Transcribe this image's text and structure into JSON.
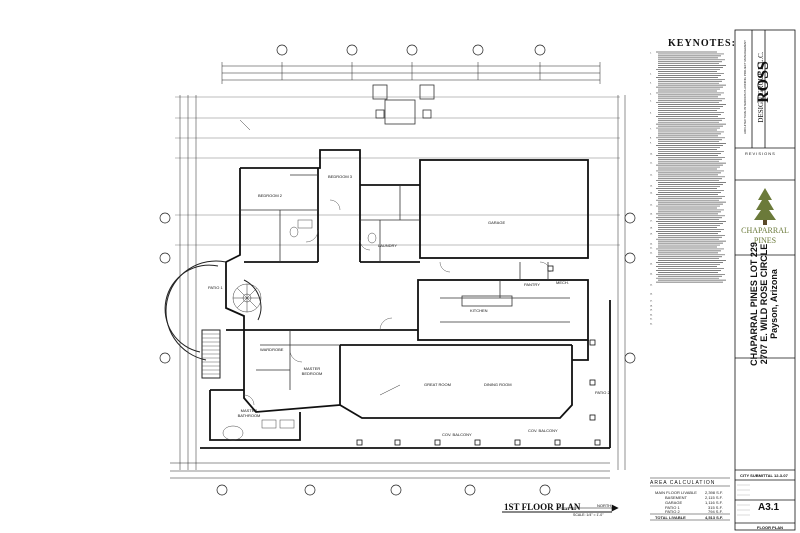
{
  "keynotes": {
    "title": "KEYNOTES:",
    "items": [
      "1. ",
      "",
      "",
      "",
      "",
      "",
      "",
      "",
      "",
      "2. ",
      "",
      "",
      "",
      "3. ",
      "",
      "",
      "",
      "",
      "4. ",
      "",
      "",
      "5. ",
      "",
      "",
      "",
      "",
      "6. ",
      "",
      "",
      "",
      "",
      "",
      "",
      "7. ",
      "",
      "",
      "",
      "8. ",
      "",
      "9. ",
      "",
      "",
      "",
      "",
      "10. ",
      "",
      "",
      "",
      "11. ",
      "",
      "",
      "",
      "",
      "12. ",
      "",
      "",
      "",
      "",
      "13. ",
      "",
      "",
      "14. ",
      "",
      "",
      "",
      "",
      "15. ",
      "",
      "",
      "",
      "16. ",
      "",
      "",
      "17. ",
      "",
      "",
      "18. ",
      "",
      "",
      "19. ",
      "",
      "",
      "",
      "20. ",
      "",
      "21. ",
      "",
      "22. ",
      "",
      "",
      "",
      "",
      "23. ",
      "",
      "",
      "",
      "24. ",
      "",
      "",
      "",
      "",
      "25. ",
      "",
      "",
      "",
      "26. ",
      "",
      "",
      "27. ",
      "",
      "28. ",
      "",
      "29. ",
      "",
      "30. ",
      "",
      "31. ",
      "",
      "32. "
    ]
  },
  "title_block": {
    "firm": "ROSS",
    "firm_sub": "DESIGN GROUP L.L.C.",
    "services": "ARCHITECTURE  INTERIORS  PLANNING  PROJECT MANAGEMENT",
    "revisions": "REVISIONS",
    "brand_name": "CHAPARRAL",
    "brand_name2": "PINES",
    "project_line1": "CHAPARRAL PINES LOT 229",
    "project_line2": "2707 E. WILD ROSE CIRCLE",
    "project_line3": "Payson, Arizona",
    "submittal": "CITY SUBMITTAL 12-3-07",
    "sheet_number": "A3.1",
    "sheet_title": "FLOOR PLAN"
  },
  "area_calculation": {
    "title": "AREA CALCULATION",
    "rows": [
      {
        "label": "MAIN FLOOR LIVABLE",
        "value": "2,398 S.F."
      },
      {
        "label": "BASEMENT",
        "value": "2,115 S.F."
      },
      {
        "label": "GARAGE",
        "value": "1,116 S.F."
      },
      {
        "label": "PATIO 1",
        "value": "315 S.F."
      },
      {
        "label": "PATIO 2",
        "value": "794 S.F."
      }
    ],
    "total_label": "TOTAL LIVABLE",
    "total_value": "4,513 S.F."
  },
  "plan": {
    "title": "1ST FLOOR PLAN",
    "scale": "SCALE: 1/4\" = 1'-0\"",
    "north": "NORTH",
    "rooms": [
      {
        "key": "bed2",
        "name": "BEDROOM 2"
      },
      {
        "key": "bed3",
        "name": "BEDROOM 3"
      },
      {
        "key": "garage",
        "name": "GARAGE"
      },
      {
        "key": "mech",
        "name": "MECH."
      },
      {
        "key": "pantry",
        "name": "PANTRY"
      },
      {
        "key": "kitchen",
        "name": "KITCHEN"
      },
      {
        "key": "master",
        "name": "MASTER BEDROOM"
      },
      {
        "key": "great",
        "name": "GREAT ROOM"
      },
      {
        "key": "dining",
        "name": "DINING ROOM"
      },
      {
        "key": "wardrobe",
        "name": "WARDROBE"
      },
      {
        "key": "masterbath",
        "name": "MASTER BATHROOM"
      },
      {
        "key": "patio1",
        "name": "PATIO 1"
      },
      {
        "key": "patio2",
        "name": "PATIO 2"
      },
      {
        "key": "laundry",
        "name": "LAUNDRY"
      },
      {
        "key": "covbalc1",
        "name": "COV. BALCONY"
      },
      {
        "key": "covbalc2",
        "name": "COV. BALCONY"
      }
    ]
  },
  "colors": {
    "line": "#1a1a1a",
    "thin": "#444444",
    "paper": "#ffffff",
    "brand": "#6b7a3a"
  }
}
